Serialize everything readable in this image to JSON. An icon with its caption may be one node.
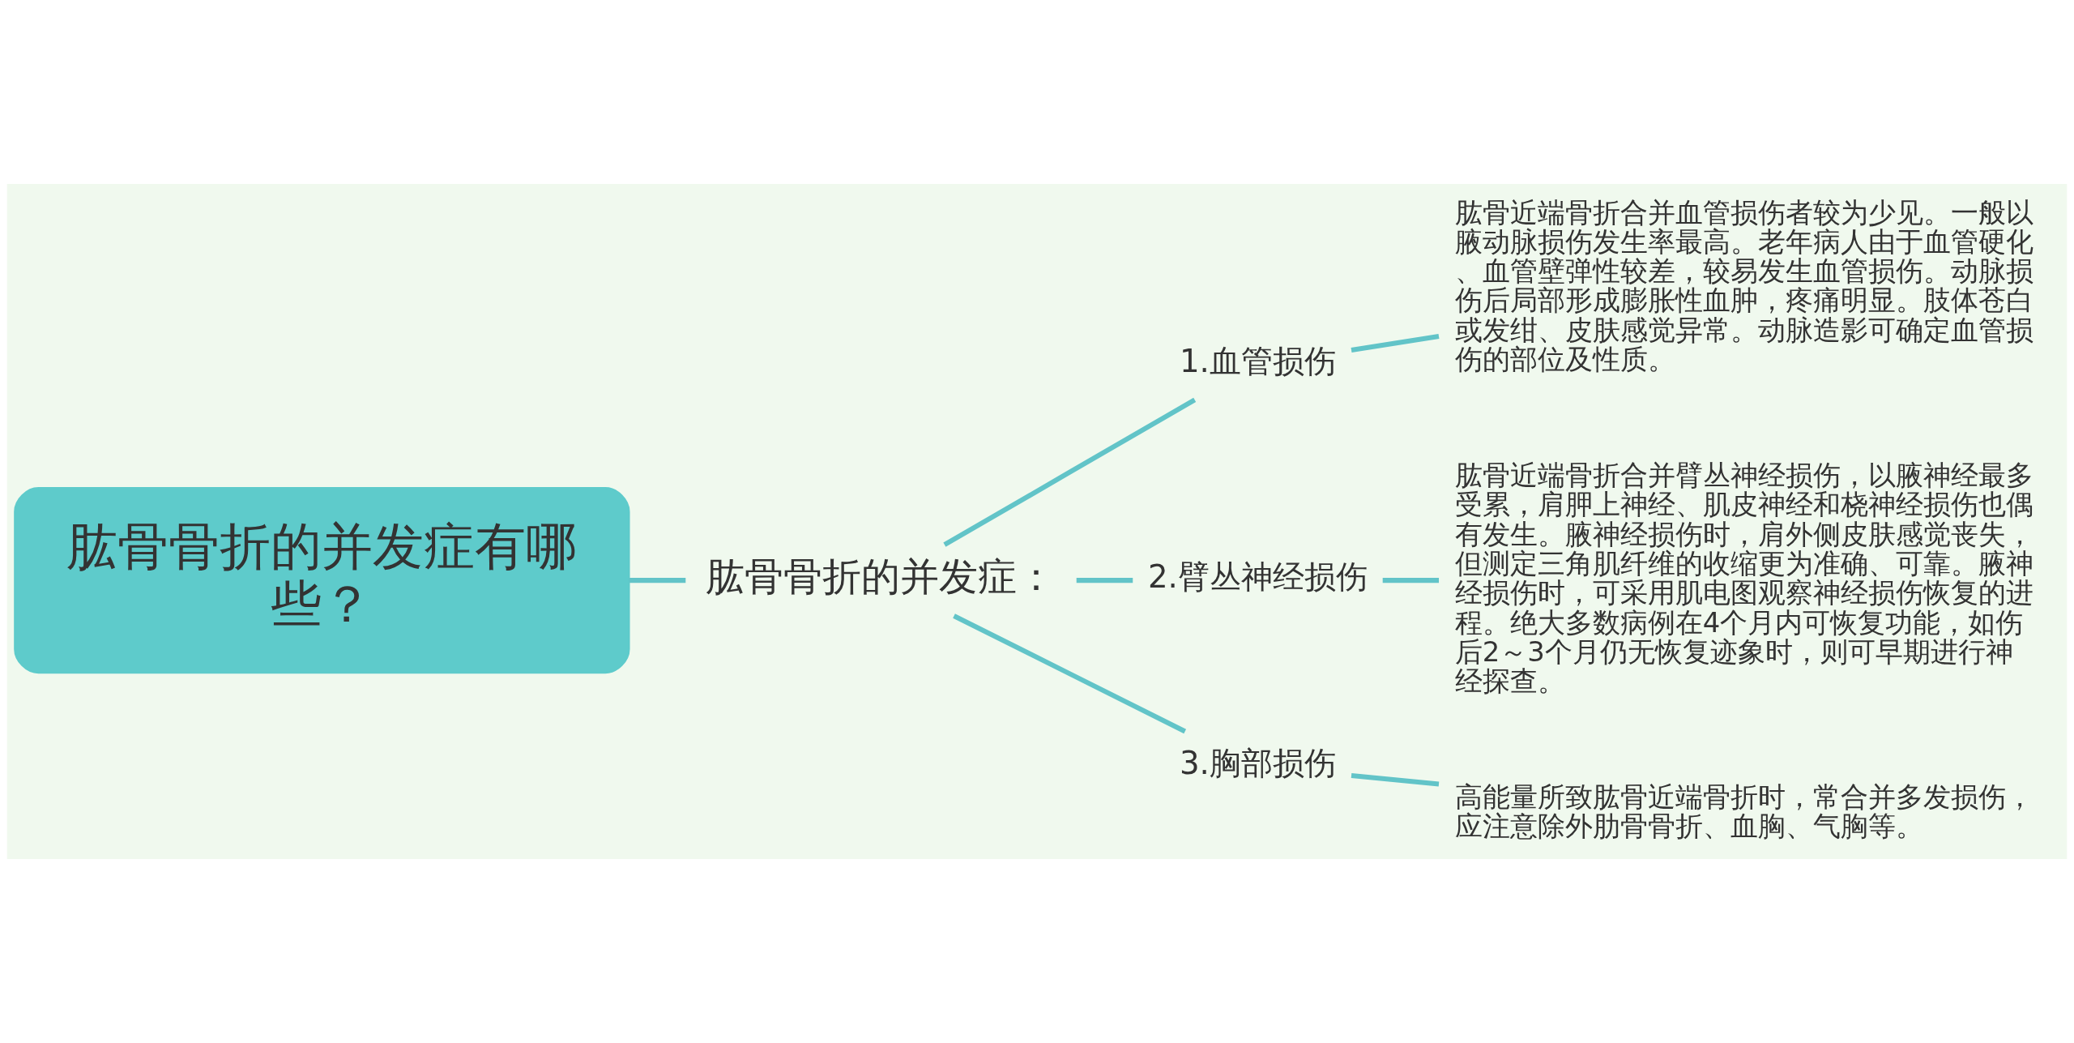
{
  "diagram": {
    "nodes": [
      {
        "text": [
          "肱骨骨折的并发症有哪些？"
        ]
      },
      {
        "text": [
          "肱骨骨折的并发症："
        ]
      },
      {
        "text": [
          "1.血管损伤"
        ]
      },
      {
        "text": [
          "2.臂丛神经损伤"
        ]
      },
      {
        "text": [
          "3.胸部损伤"
        ]
      },
      {
        "text": [
          "肱骨近端骨折合并血管损伤者较为少见。一般以腋动脉损伤发生率最高。老年病人由于血管硬化、血管壁弹性较差，较易发生血管损伤。动脉损伤后局部形成膨胀性血肿，疼痛明显。肢体苍白或发绀、皮肤感觉异常。动脉造影可确定血管损伤的部位及性质。"
        ]
      },
      {
        "text": [
          "肱骨近端骨折合并臂丛神经损伤，以腋神经最多受累，肩胛上神经、肌皮神经和桡神经损伤也偶有发生。腋神经损伤时，肩外侧皮肤感觉丧失，但测定三角肌纤维的收缩更为准确、可靠。腋神经损伤时，可采用肌电图观察神经损伤恢复的进程。绝大多数病例在4个月内可恢复功能，如伤后2～3个月仍无恢复迹象时，则可早期进行神经探查。"
        ]
      },
      {
        "text": [
          "高能量所致肱骨近端骨折时，常合并多发损伤，应注意除外肋骨骨折、血胸、气胸等。"
        ]
      }
    ],
    "edges": [
      {
        "from": 0,
        "to": 1,
        "arrow": "none"
      },
      {
        "from": 1,
        "to": 2,
        "arrow": "none"
      },
      {
        "from": 1,
        "to": 3,
        "arrow": "none"
      },
      {
        "from": 1,
        "to": 4,
        "arrow": "none"
      },
      {
        "from": 2,
        "to": 5,
        "arrow": "none"
      },
      {
        "from": 3,
        "to": 6,
        "arrow": "none"
      },
      {
        "from": 4,
        "to": 7,
        "arrow": "none"
      }
    ]
  }
}
